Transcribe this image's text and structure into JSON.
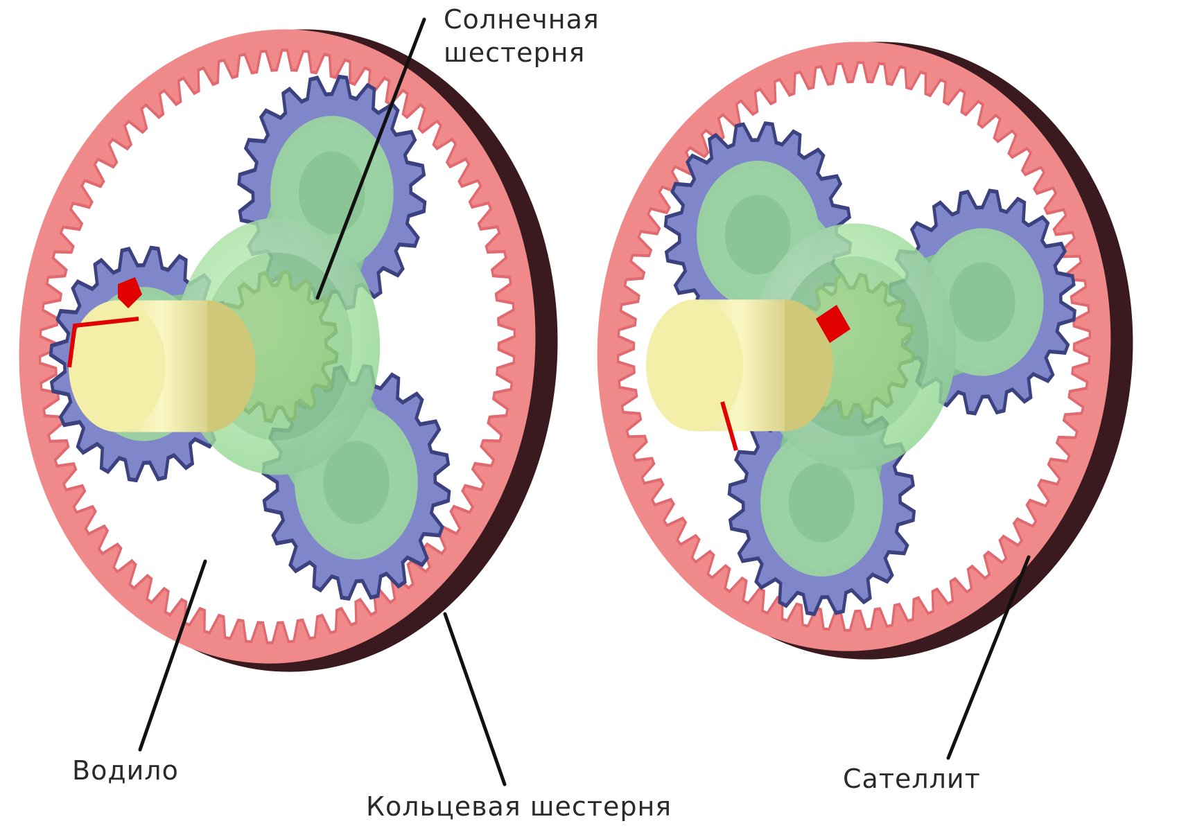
{
  "labels": {
    "sun_gear_line1": "Солнечная",
    "sun_gear_line2": "шестерня",
    "carrier": "Водило",
    "ring_gear": "Кольцевая шестерня",
    "planet_gear": "Сателлит"
  },
  "colors": {
    "ring_gear": "#f08a8a",
    "ring_gear_shadow": "#3a1a1e",
    "planet_gear": "#7f86c9",
    "carrier": "#9fe09a",
    "sun_gear": "#d8d48e",
    "shaft": "#f4efa8",
    "marker": "#e00000",
    "leader_line": "#111111"
  }
}
